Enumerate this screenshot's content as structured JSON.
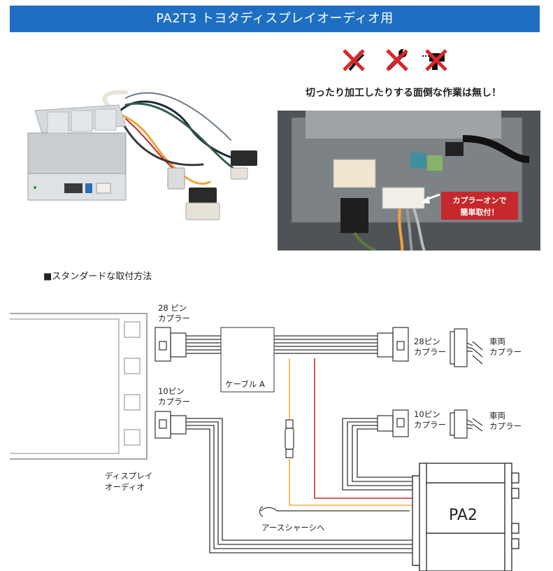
{
  "header": {
    "title": "PA2T3 トヨタディスプレイオーディオ用"
  },
  "icons": [
    "nipper-prohibited-icon",
    "wrench-prohibited-icon",
    "soldering-prohibited-icon"
  ],
  "caption": "切ったり加工したりする面倒な作業は無し！",
  "photo_right": {
    "callout_line1": "カプラーオンで",
    "callout_line2": "簡単取付！"
  },
  "section_title": "■スタンダードな取付方法",
  "diagram": {
    "display_label_1": "ディスプレイ",
    "display_label_2": "オーディオ",
    "c28_left_1": "28 ピン",
    "c28_left_2": "カプラー",
    "c10_left_1": "10ピン",
    "c10_left_2": "カプラー",
    "cable_a": "ケーブル A",
    "c28_right_1": "28ピン",
    "c28_right_2": "カプラー",
    "c10_right_1": "10ピン",
    "c10_right_2": "カプラー",
    "vehicle_1_line1": "車両",
    "vehicle_1_line2": "カプラー",
    "vehicle_2_line1": "車両",
    "vehicle_2_line2": "カプラー",
    "ground": "アースシャーシへ",
    "pa2": "PA2"
  },
  "colors": {
    "banner": "#1e6fc4",
    "prohibit": "#d8262b",
    "wire_yellow": "#f2b233",
    "wire_red": "#d42a2a"
  }
}
